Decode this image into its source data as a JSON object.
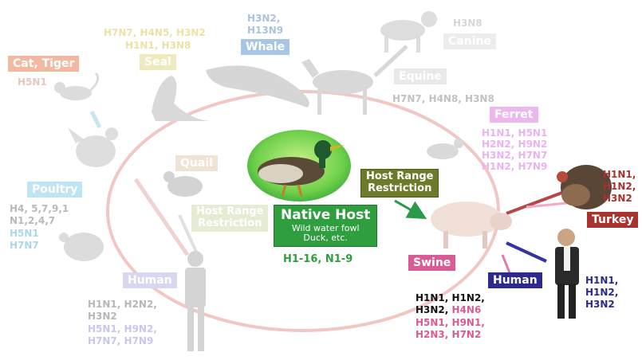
{
  "center": {
    "title": "Native Host",
    "subtitle_line1": "Wild water fowl",
    "subtitle_line2": "Duck, etc.",
    "subtypes": "H1-16, N1-9"
  },
  "hosts": {
    "cat_tiger": {
      "label": "Cat, Tiger",
      "subtypes": "H5N1"
    },
    "seal": {
      "label": "Seal",
      "subtypes_line1": "H7N7, H4N5, H3N2",
      "subtypes_line2": "H1N1, H3N8"
    },
    "whale": {
      "label": "Whale",
      "subtypes_line1": "H3N2,",
      "subtypes_line2": "H13N9"
    },
    "canine": {
      "label": "Canine",
      "subtypes": "H3N8"
    },
    "equine": {
      "label": "Equine",
      "subtypes": "H7N7, H4N8, H3N8"
    },
    "ferret": {
      "label": "Ferret",
      "subtypes": [
        "H1N1, H5N1",
        "H2N2, H9N2",
        "H3N2, H7N7",
        "H1N2, H7N9"
      ]
    },
    "quail": {
      "label": "Quail"
    },
    "poultry": {
      "label": "Poultry",
      "subtypes_grey": [
        "H4, 5,7,9,1",
        "N1,2,4,7"
      ],
      "subtypes_color": [
        "H5N1",
        "H7N7"
      ]
    },
    "turkey": {
      "label": "Turkey",
      "subtypes": [
        "H1N1,",
        "H1N2,",
        "H3N2"
      ]
    },
    "swine": {
      "label": "Swine",
      "subtypes_line1": "H1N1, H1N2,",
      "subtypes_line2_a": "H3N2, ",
      "subtypes_line2_b": "H4N6",
      "subtypes_pink": [
        "H5N1, H9N1,",
        "H2N3, H7N2"
      ]
    },
    "human_right": {
      "label": "Human",
      "subtypes": [
        "H1N1,",
        "H1N2,",
        "H3N2"
      ]
    },
    "human_left": {
      "label": "Human",
      "subtypes_grey": [
        "H1N1, H2N2,",
        "H3N2"
      ],
      "subtypes_color": [
        "H5N1, H9N2,",
        "H7N7, H7N9"
      ]
    }
  },
  "restrictions": {
    "right": {
      "line1": "Host Range",
      "line2": "Restriction"
    },
    "left": {
      "line1": "Host Range",
      "line2": "Restriction"
    }
  },
  "colors": {
    "native_green": "#2e9e3e",
    "host_range_green": "#6e7a2a",
    "swine_pink": "#d95b93",
    "human_navy": "#2c2a8a",
    "turkey_red": "#a8322e",
    "cycle_pink": "#e9a8a8"
  }
}
